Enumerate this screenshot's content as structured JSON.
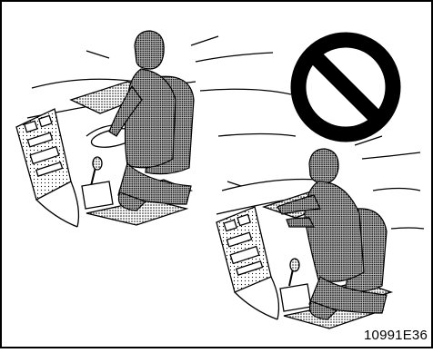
{
  "figure": {
    "code": "10991E36",
    "upper_scene": {
      "subject": "seated-occupant-reclined",
      "object": "dashboard"
    },
    "lower_scene": {
      "subject": "occupant-leaning-forward-on-dashboard",
      "object": "dashboard"
    },
    "symbol": {
      "name": "prohibition-symbol",
      "color": "#000000"
    }
  }
}
